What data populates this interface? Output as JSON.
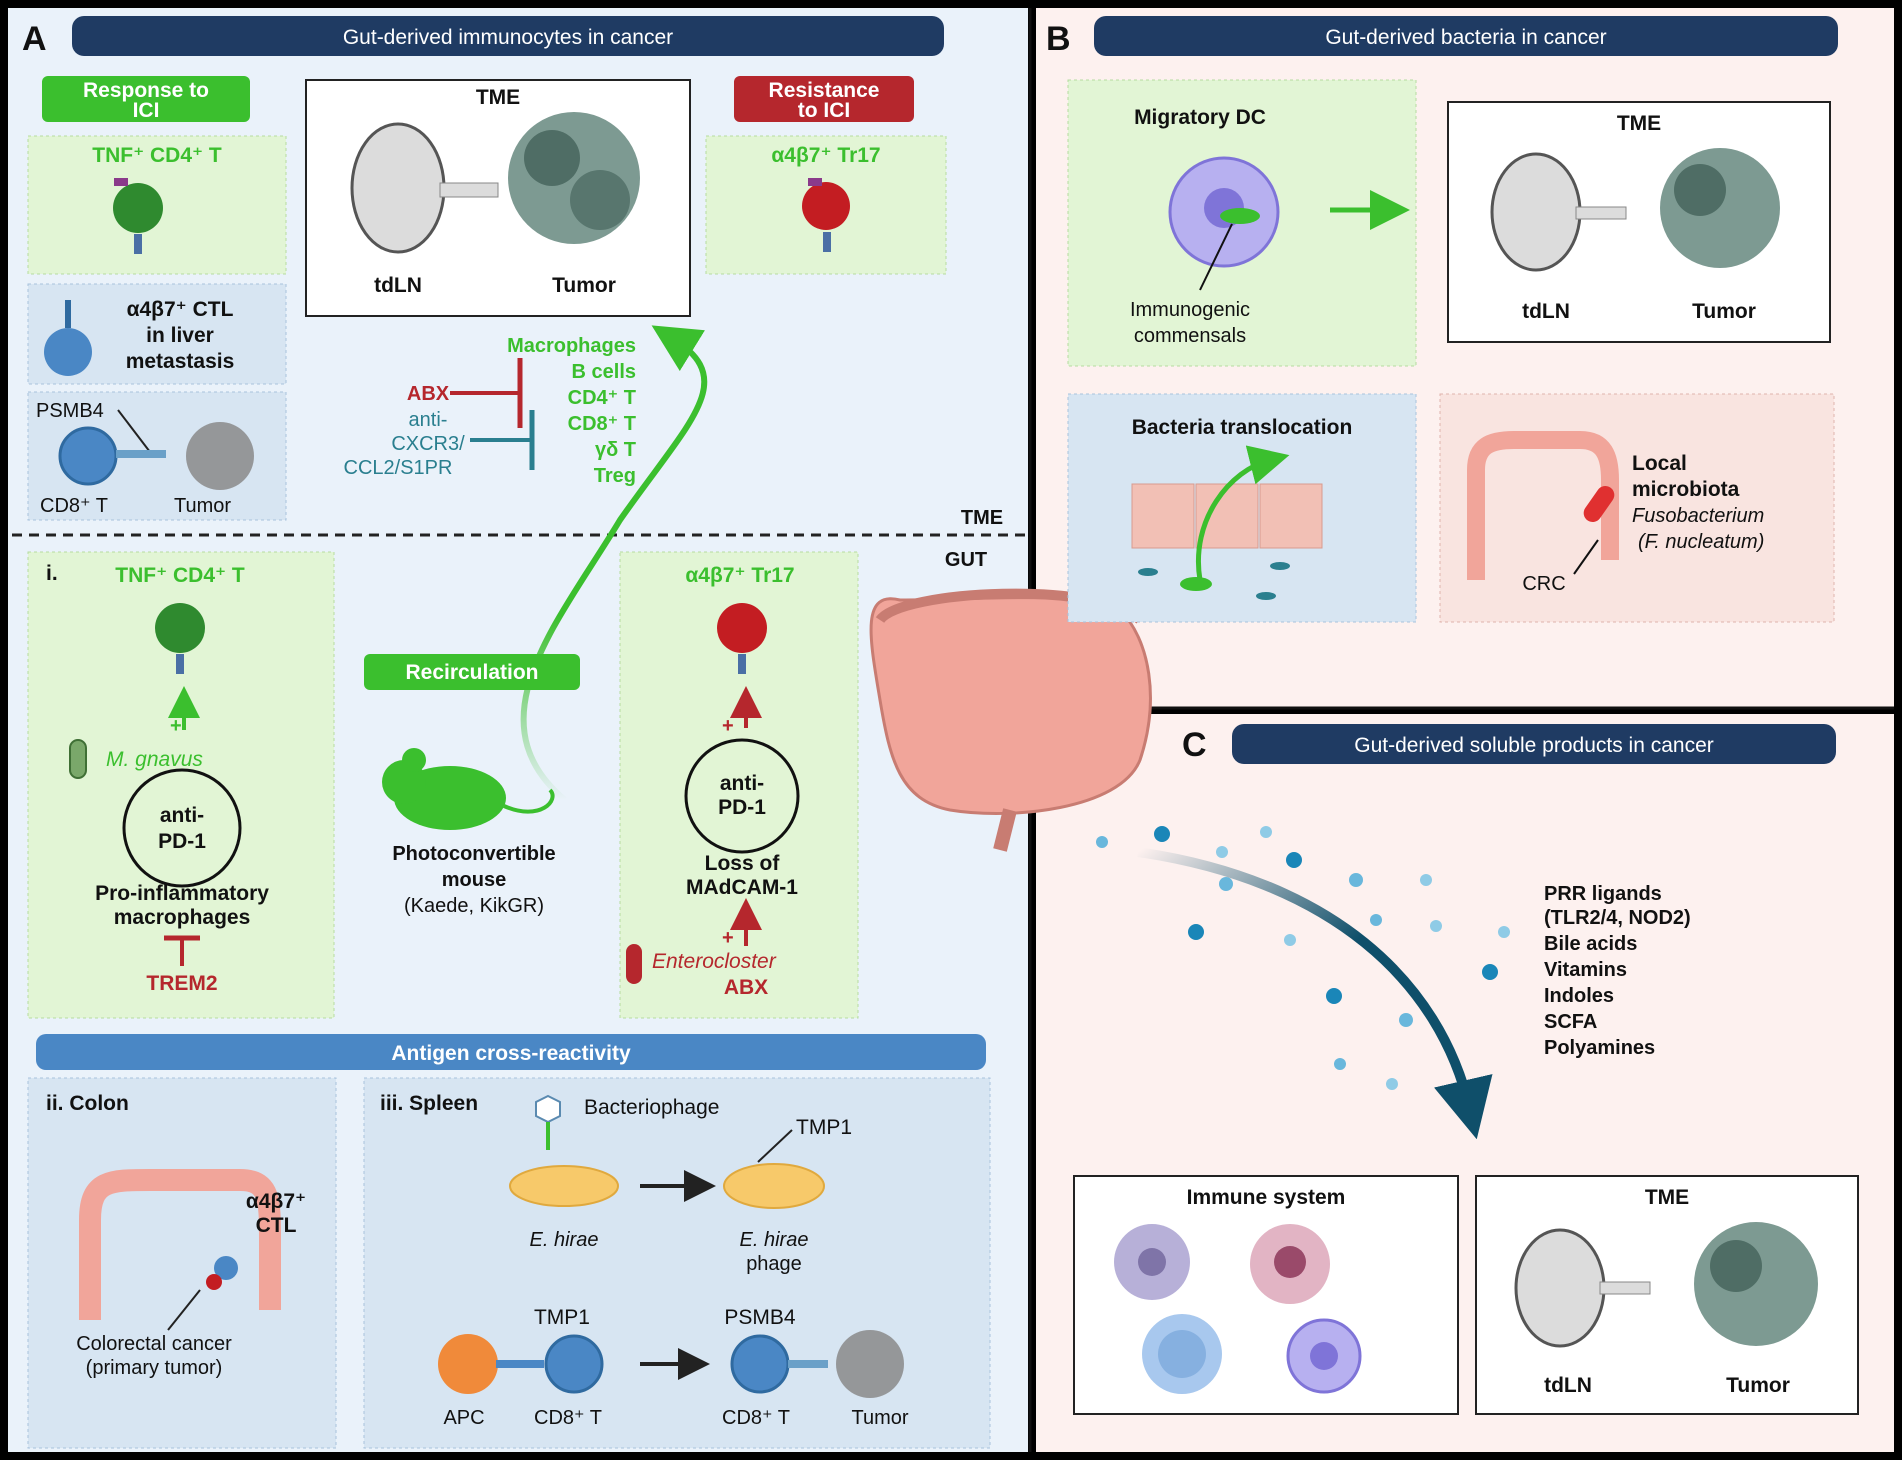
{
  "panelA": {
    "letter": "A",
    "header": "Gut-derived immunocytes in cancer",
    "response_badge": [
      "Response to",
      "ICI"
    ],
    "resistance_badge": [
      "Resistance",
      "to ICI"
    ],
    "tnf_cd4_t": "TNF⁺ CD4⁺ T",
    "a4b7_tr17": "α4β7⁺ Tr17",
    "ctl_liver": [
      "α4β7⁺ CTL",
      "in liver",
      "metastasis"
    ],
    "psmb4": "PSMB4",
    "cd8_t": "CD8⁺ T",
    "tumor": "Tumor",
    "tme_title": "TME",
    "tdln": "tdLN",
    "abx": "ABX",
    "anti_lines": [
      "anti-",
      "CXCR3/",
      "CCL2/S1PR"
    ],
    "cell_list": [
      "Macrophages",
      "B cells",
      "CD4⁺ T",
      "CD8⁺ T",
      "γδ T",
      "Treg"
    ],
    "tme_divider": "TME",
    "gut_divider": "GUT",
    "i_label": "i.",
    "m_gnavus": "M. gnavus",
    "anti_pd1": [
      "anti-",
      "PD-1"
    ],
    "pro_inflammatory": [
      "Pro-inflammatory",
      "macrophages"
    ],
    "trem2": "TREM2",
    "plus": "+",
    "recirculation": "Recirculation",
    "mouse_label": [
      "Photoconvertible",
      "mouse"
    ],
    "mouse_sub": "(Kaede, KikGR)",
    "loss_madcam": [
      "Loss of",
      "MAdCAM-1"
    ],
    "enterocloster": "Enterocloster",
    "cross_header": "Antigen cross-reactivity",
    "colon_label": "ii. Colon",
    "colon_ctl": [
      "α4β7⁺",
      "CTL"
    ],
    "crc_label": [
      "Colorectal cancer",
      "(primary tumor)"
    ],
    "spleen_label": "iii. Spleen",
    "bacteriophage": "Bacteriophage",
    "tmp1": "TMP1",
    "e_hirae": "E. hirae",
    "e_hirae_phage": [
      "E. hirae",
      "phage"
    ],
    "apc": "APC"
  },
  "panelB": {
    "letter": "B",
    "header": "Gut-derived bacteria in cancer",
    "migratory_dc": "Migratory DC",
    "commensals": [
      "Immunogenic",
      "commensals"
    ],
    "tme_title": "TME",
    "tdln": "tdLN",
    "tumor": "Tumor",
    "translocation": "Bacteria translocation",
    "local_microbiota": [
      "Local",
      "microbiota"
    ],
    "fuso": "Fusobacterium",
    "fnuc": "(F. nucleatum)",
    "crc": "CRC"
  },
  "panelC": {
    "letter": "C",
    "header": "Gut-derived soluble products in cancer",
    "products": [
      "PRR ligands",
      "(TLR2/4, NOD2)",
      "Bile acids",
      "Vitamins",
      "Indoles",
      "SCFA",
      "Polyamines"
    ],
    "immune_system": "Immune system",
    "tme_title": "TME",
    "tdln": "tdLN",
    "tumor": "Tumor"
  },
  "colors": {
    "navy": "#1f3b63",
    "green_text": "#3bbf2e",
    "red_text": "#b5272d",
    "teal_text": "#2a7f8f",
    "green_box": "#e2f5d5",
    "blue_box": "#d7e5f2",
    "pink_box": "#f9e4e0",
    "panelA_bg": "#eaf2fa",
    "panelB_bg": "#fdf1ef"
  }
}
